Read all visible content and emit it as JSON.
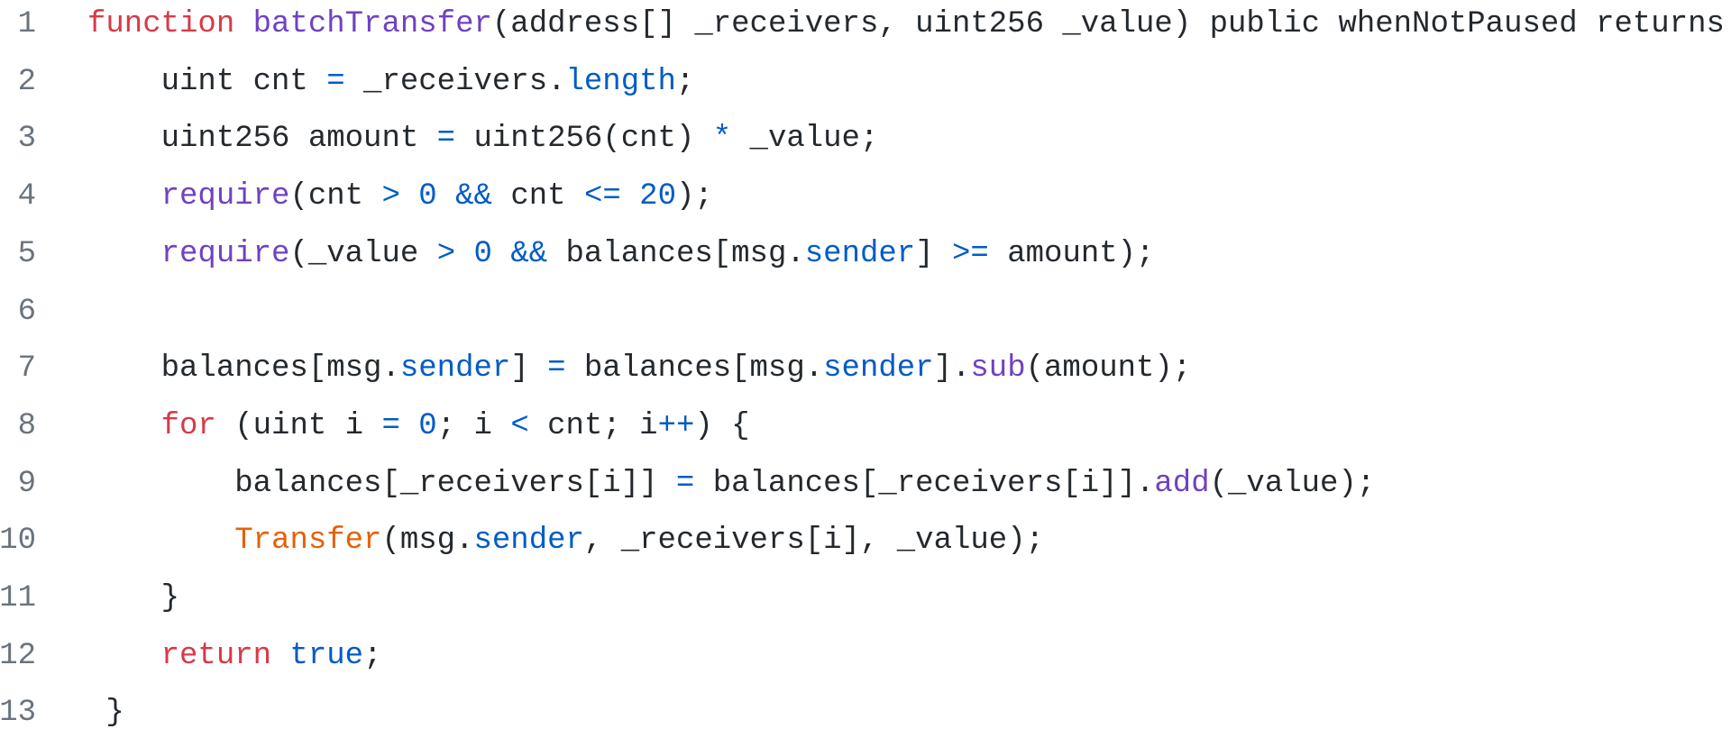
{
  "code": {
    "lines": [
      {
        "num": "1",
        "tokens": [
          [
            "function",
            "k"
          ],
          [
            " ",
            "t"
          ],
          [
            "batchTransfer",
            "f"
          ],
          [
            "(address[] _receivers, uint256 _value) public whenNotPaused returns",
            "t"
          ]
        ]
      },
      {
        "num": "2",
        "tokens": [
          [
            "    uint cnt ",
            "t"
          ],
          [
            "=",
            "c"
          ],
          [
            " _receivers.",
            "t"
          ],
          [
            "length",
            "c"
          ],
          [
            ";",
            "t"
          ]
        ]
      },
      {
        "num": "3",
        "tokens": [
          [
            "    uint256 amount ",
            "t"
          ],
          [
            "=",
            "c"
          ],
          [
            " uint256(cnt) ",
            "t"
          ],
          [
            "*",
            "c"
          ],
          [
            " _value;",
            "t"
          ]
        ]
      },
      {
        "num": "4",
        "tokens": [
          [
            "    ",
            "t"
          ],
          [
            "require",
            "f"
          ],
          [
            "(cnt ",
            "t"
          ],
          [
            ">",
            "c"
          ],
          [
            " ",
            "t"
          ],
          [
            "0",
            "c"
          ],
          [
            " ",
            "t"
          ],
          [
            "&&",
            "c"
          ],
          [
            " cnt ",
            "t"
          ],
          [
            "<=",
            "c"
          ],
          [
            " ",
            "t"
          ],
          [
            "20",
            "c"
          ],
          [
            ");",
            "t"
          ]
        ]
      },
      {
        "num": "5",
        "tokens": [
          [
            "    ",
            "t"
          ],
          [
            "require",
            "f"
          ],
          [
            "(_value ",
            "t"
          ],
          [
            ">",
            "c"
          ],
          [
            " ",
            "t"
          ],
          [
            "0",
            "c"
          ],
          [
            " ",
            "t"
          ],
          [
            "&&",
            "c"
          ],
          [
            " balances[msg.",
            "t"
          ],
          [
            "sender",
            "c"
          ],
          [
            "] ",
            "t"
          ],
          [
            ">=",
            "c"
          ],
          [
            " amount);",
            "t"
          ]
        ]
      },
      {
        "num": "6",
        "tokens": []
      },
      {
        "num": "7",
        "tokens": [
          [
            "    balances[msg.",
            "t"
          ],
          [
            "sender",
            "c"
          ],
          [
            "] ",
            "t"
          ],
          [
            "=",
            "c"
          ],
          [
            " balances[msg.",
            "t"
          ],
          [
            "sender",
            "c"
          ],
          [
            "].",
            "t"
          ],
          [
            "sub",
            "f"
          ],
          [
            "(amount);",
            "t"
          ]
        ]
      },
      {
        "num": "8",
        "tokens": [
          [
            "    ",
            "t"
          ],
          [
            "for",
            "k"
          ],
          [
            " (uint i ",
            "t"
          ],
          [
            "=",
            "c"
          ],
          [
            " ",
            "t"
          ],
          [
            "0",
            "c"
          ],
          [
            "; i ",
            "t"
          ],
          [
            "<",
            "c"
          ],
          [
            " cnt; i",
            "t"
          ],
          [
            "++",
            "c"
          ],
          [
            ") {",
            "t"
          ]
        ]
      },
      {
        "num": "9",
        "tokens": [
          [
            "        balances[_receivers[i]] ",
            "t"
          ],
          [
            "=",
            "c"
          ],
          [
            " balances[_receivers[i]].",
            "t"
          ],
          [
            "add",
            "f"
          ],
          [
            "(_value);",
            "t"
          ]
        ]
      },
      {
        "num": "10",
        "tokens": [
          [
            "        ",
            "t"
          ],
          [
            "Transfer",
            "e"
          ],
          [
            "(msg.",
            "t"
          ],
          [
            "sender",
            "c"
          ],
          [
            ", _receivers[i], _value);",
            "t"
          ]
        ]
      },
      {
        "num": "11",
        "tokens": [
          [
            "    }",
            "t"
          ]
        ]
      },
      {
        "num": "12",
        "tokens": [
          [
            "    ",
            "t"
          ],
          [
            "return",
            "k"
          ],
          [
            " ",
            "t"
          ],
          [
            "true",
            "c"
          ],
          [
            ";",
            "t"
          ]
        ]
      },
      {
        "num": "13",
        "tokens": [
          [
            " }",
            "t"
          ]
        ]
      }
    ]
  },
  "colors": {
    "keyword": "#d73a49",
    "function": "#6f42c1",
    "constant": "#005cc5",
    "event": "#e36209",
    "text": "#24292e",
    "line_number": "#6a737d"
  }
}
